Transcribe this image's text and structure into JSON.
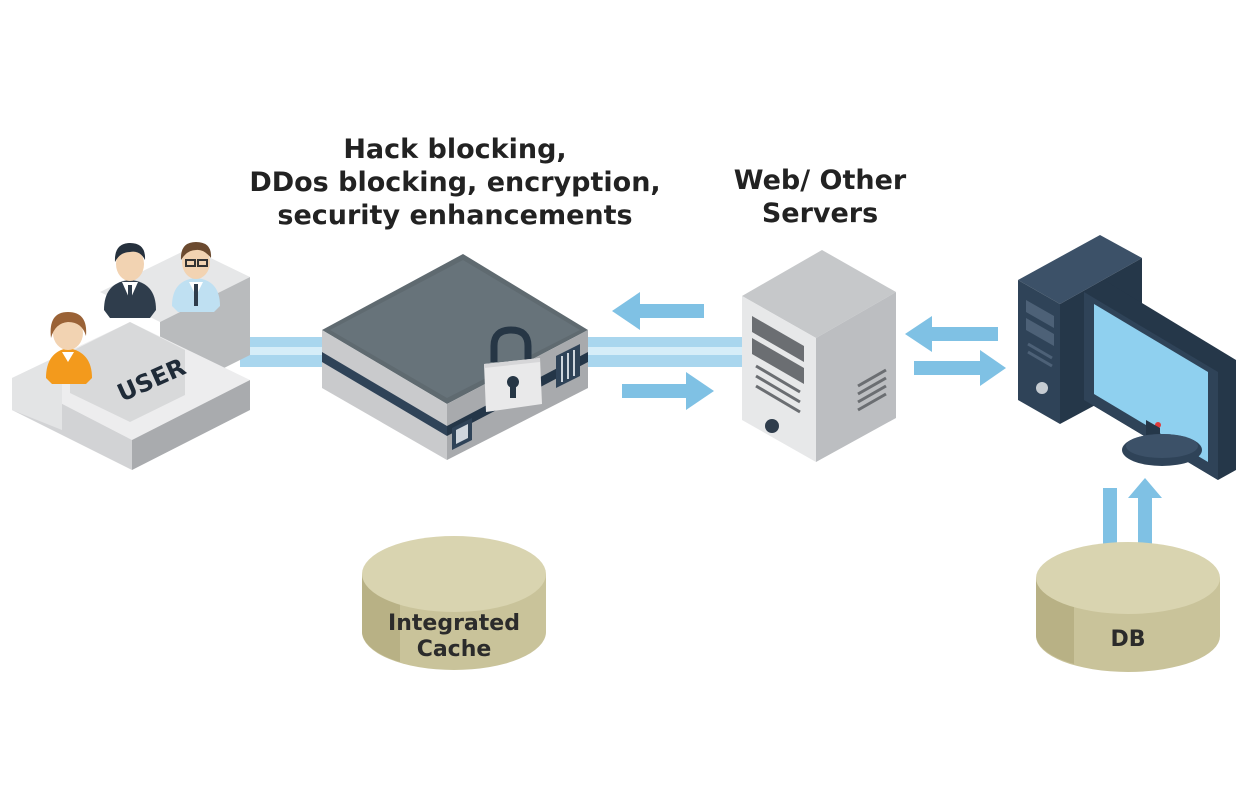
{
  "security_caption": {
    "line1": "Hack blocking,",
    "line2": "DDos blocking, encryption,",
    "line3": "security enhancements"
  },
  "servers_caption": {
    "line1": "Web/ Other",
    "line2": "Servers"
  },
  "user_label": "USER",
  "cache_label": {
    "line1": "Integrated",
    "line2": "Cache"
  },
  "db_label": "DB",
  "colors": {
    "connector": "#9cd0ea",
    "arrow": "#7fc1e4",
    "firewall_top": "#5f6a70",
    "firewall_band": "#2f4358",
    "cylinder": "#d7d3ad",
    "computer": "#2f4358",
    "screen": "#8fd0ef",
    "person_orange": "#f39a1c"
  },
  "icons": [
    "users-icon",
    "firewall-lock-icon",
    "server-tower-icon",
    "computer-icon",
    "database-icon"
  ]
}
